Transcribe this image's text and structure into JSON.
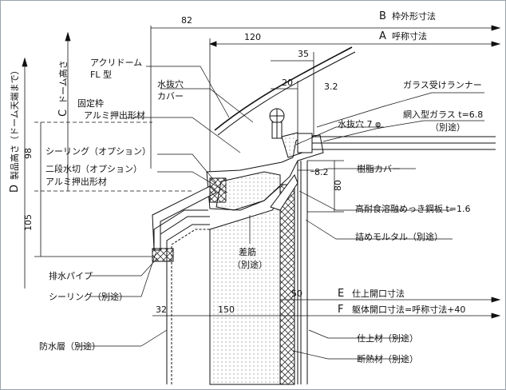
{
  "dimensions": {
    "d82": "82",
    "d120": "120",
    "d35": "35",
    "d20": "20",
    "d32a": "3.2",
    "d98": "98",
    "d105": "105",
    "d80": "80",
    "d82b": "8.2",
    "d50": "50",
    "d32": "32",
    "d150": "150"
  },
  "refs": {
    "B": {
      "letter": "B",
      "label": "枠外形寸法"
    },
    "A": {
      "letter": "A",
      "label": "呼称寸法"
    },
    "C": {
      "letter": "C",
      "label": "ドーム高さ"
    },
    "D": {
      "letter": "D",
      "label": "製品高さ（ドーム天端まで）"
    },
    "E": {
      "letter": "E",
      "label": "仕上開口寸法"
    },
    "F": {
      "letter": "F",
      "label": "躯体開口寸法=呼称寸法+40"
    }
  },
  "labels": {
    "acryl_dome": "アクリドーム",
    "fl_type": "FL 型",
    "drain_hole_cover_1": "水抜穴",
    "drain_hole_cover_2": "カバー",
    "fixed_frame_1": "固定枠",
    "fixed_frame_2": "アルミ押出形材",
    "glass_runner": "ガラス受けランナー",
    "wired_glass_1": "網入型ガラス t=6.8",
    "wired_glass_2": "（別途）",
    "drain_hole_7": "水抜穴 7 φ",
    "sealing_option": "シーリング（オプション）",
    "two_stage_1": "二段水切（オプション）",
    "two_stage_2": "アルミ押出形材",
    "resin_cover": "樹脂カバー",
    "steel_plate": "高耐食溶融めっき鋼板 t=1.6",
    "mortar": "詰めモルタル（別途）",
    "rebar_1": "差筋",
    "rebar_2": "（別途）",
    "drain_pipe": "排水パイプ",
    "sealing_sep": "シーリング（別途）",
    "waterproof": "防水層（別途）",
    "finish": "仕上材（別途）",
    "insulation": "断熱材（別途）"
  }
}
